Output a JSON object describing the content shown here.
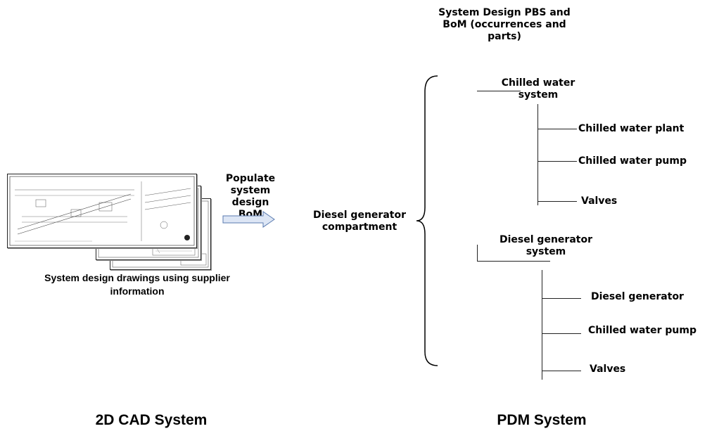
{
  "left": {
    "drawings_caption": "System design drawings using supplier information",
    "arrow_label": "Populate system design BoM",
    "system_title": "2D CAD System"
  },
  "right": {
    "root_node": "System Design PBS and BoM (occurrences and parts)",
    "compartment": "Diesel generator compartment",
    "systems": [
      {
        "label": "Chilled water system",
        "items": [
          "Chilled water plant",
          "Chilled water pump",
          "Valves"
        ]
      },
      {
        "label": "Diesel generator system",
        "items": [
          "Diesel generator",
          "Chilled water pump",
          "Valves"
        ]
      }
    ],
    "system_title": "PDM System"
  },
  "colors": {
    "arrow_fill": "#dde6f5",
    "arrow_stroke": "#5a7bb0",
    "line": "#222222"
  }
}
